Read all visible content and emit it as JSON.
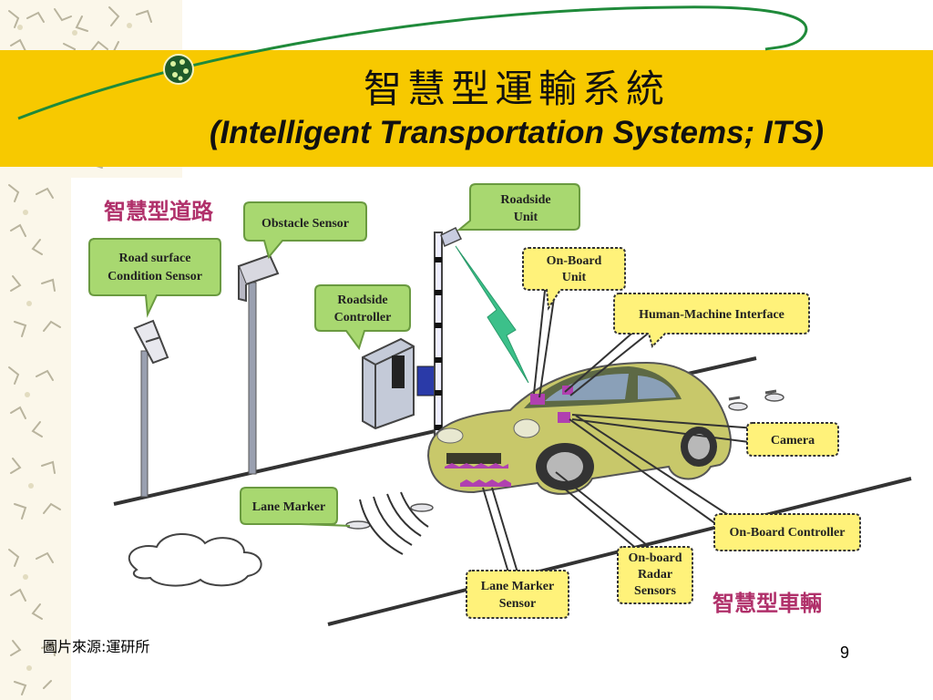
{
  "slide": {
    "title_cn": "智慧型運輸系統",
    "title_en": "(Intelligent Transportation Systems; ITS)",
    "source_caption": "圖片來源:運研所",
    "page_number": "9"
  },
  "diagram": {
    "section_road": "智慧型道路",
    "section_vehicle": "智慧型車輛",
    "labels": {
      "road_surface_1": "Road surface",
      "road_surface_2": "Condition Sensor",
      "obstacle": "Obstacle Sensor",
      "roadside_controller_1": "Roadside",
      "roadside_controller_2": "Controller",
      "roadside_unit_1": "Roadside",
      "roadside_unit_2": "Unit",
      "onboard_unit_1": "On-Board",
      "onboard_unit_2": "Unit",
      "hmi": "Human-Machine Interface",
      "camera": "Camera",
      "onboard_controller": "On-Board Controller",
      "radar_1": "On-board",
      "radar_2": "Radar",
      "radar_3": "Sensors",
      "lane_marker_sensor_1": "Lane Marker",
      "lane_marker_sensor_2": "Sensor",
      "lane_marker": "Lane Marker"
    }
  },
  "colors": {
    "title_band": "#f7c900",
    "green_bubble": "#a8d870",
    "yellow_bubble": "#fff27a",
    "section_text": "#b0306a",
    "car_body": "#c8c86a",
    "lightning": "#3cc08a"
  }
}
